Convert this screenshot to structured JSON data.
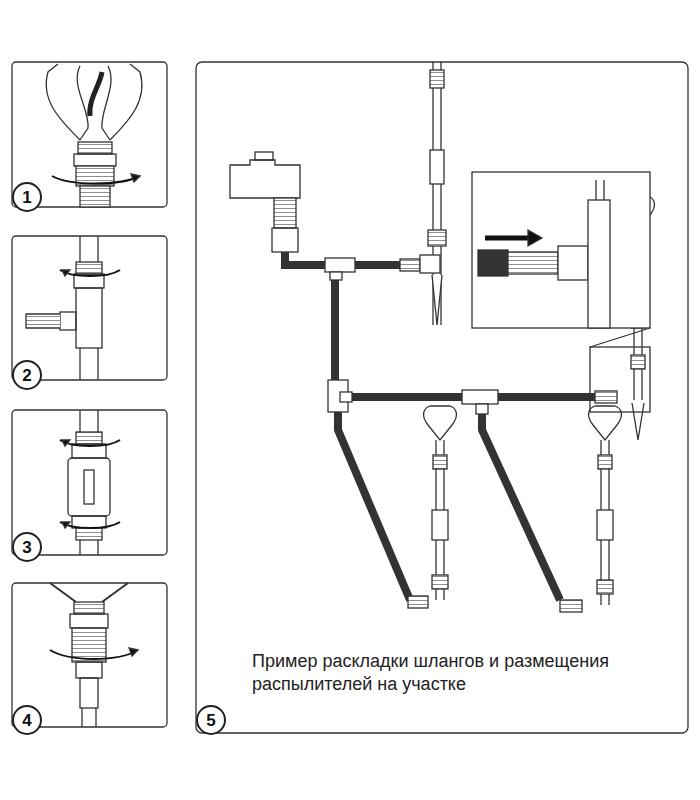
{
  "diagram": {
    "caption": "Пример раскладки шлангов и размещения распылителей на участке",
    "nodes": [
      {
        "text": [
          "1"
        ]
      },
      {
        "text": [
          "2"
        ]
      },
      {
        "text": [
          "3"
        ]
      },
      {
        "text": [
          "4"
        ]
      },
      {
        "text": [
          "5"
        ]
      }
    ]
  }
}
